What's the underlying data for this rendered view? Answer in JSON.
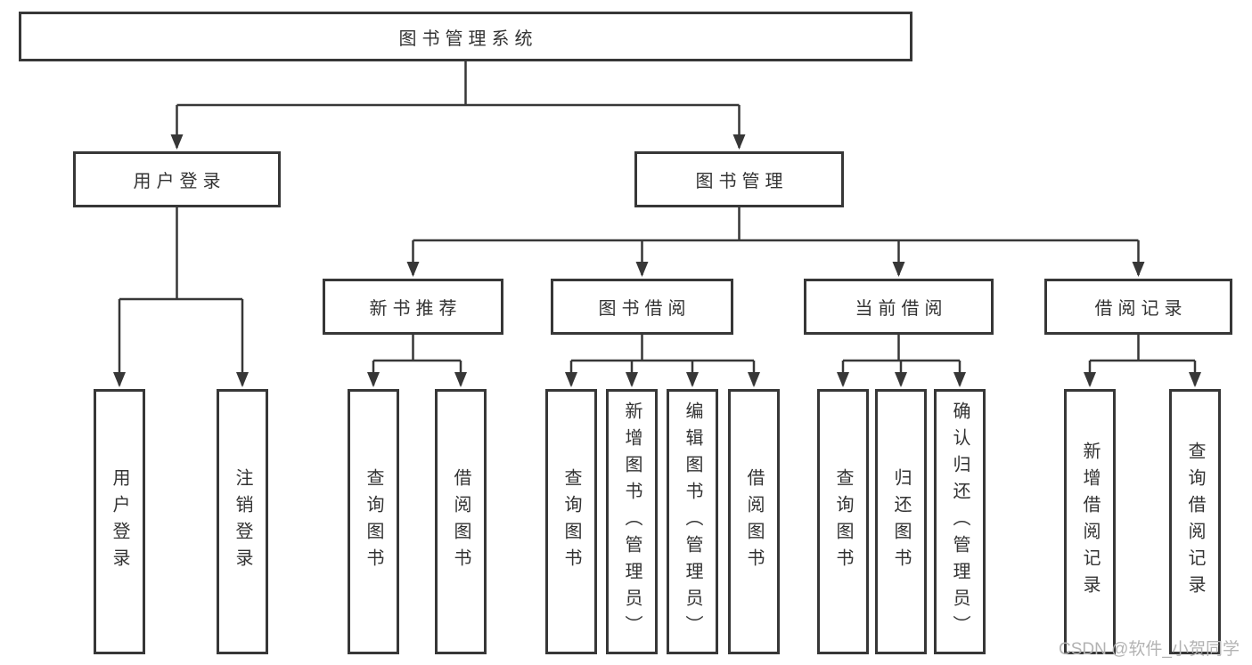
{
  "diagram": {
    "root": {
      "label": "图书管理系统"
    },
    "branches": [
      {
        "label": "用户登录",
        "children": [
          {
            "label": "用户登录"
          },
          {
            "label": "注销登录"
          }
        ]
      },
      {
        "label": "图书管理",
        "children": [
          {
            "label": "新书推荐",
            "children": [
              {
                "label": "查询图书"
              },
              {
                "label": "借阅图书"
              }
            ]
          },
          {
            "label": "图书借阅",
            "children": [
              {
                "label": "查询图书"
              },
              {
                "label": "新增图书（管理员）"
              },
              {
                "label": "编辑图书（管理员）"
              },
              {
                "label": "借阅图书"
              }
            ]
          },
          {
            "label": "当前借阅",
            "children": [
              {
                "label": "查询图书"
              },
              {
                "label": "归还图书"
              },
              {
                "label": "确认归还（管理员）"
              }
            ]
          },
          {
            "label": "借阅记录",
            "children": [
              {
                "label": "新增借阅记录"
              },
              {
                "label": "查询借阅记录"
              }
            ]
          }
        ]
      }
    ]
  },
  "watermark": "CSDN @软件_小贺同学",
  "colors": {
    "line": "#373737",
    "box_border": "#373737",
    "text": "#333333",
    "watermark": "#b3b3b3",
    "background": "#ffffff"
  }
}
